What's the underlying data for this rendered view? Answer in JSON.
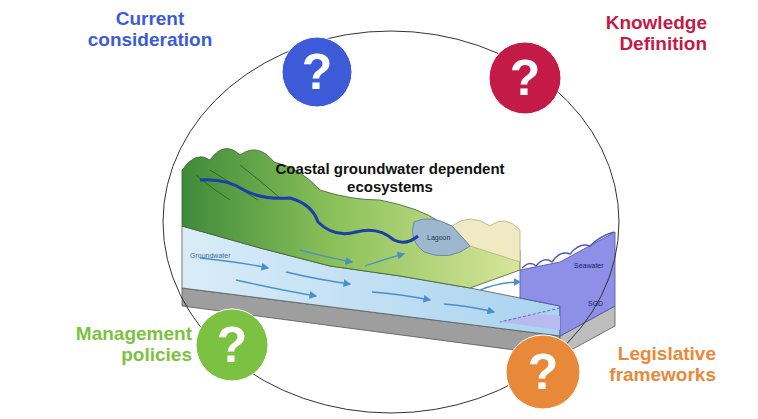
{
  "diagram": {
    "nodes": [
      {
        "text": [
          "Coastal groundwater dependent ecosystems"
        ]
      },
      {
        "text": [
          "Current consideration",
          "?"
        ]
      },
      {
        "text": [
          "Knowledge Definition",
          "?"
        ]
      },
      {
        "text": [
          "Management policies",
          "?"
        ]
      },
      {
        "text": [
          "Legislative frameworks",
          "?"
        ]
      }
    ],
    "labels": [
      "Groundwater",
      "Lagoon",
      "Seawater",
      "SGD"
    ]
  }
}
